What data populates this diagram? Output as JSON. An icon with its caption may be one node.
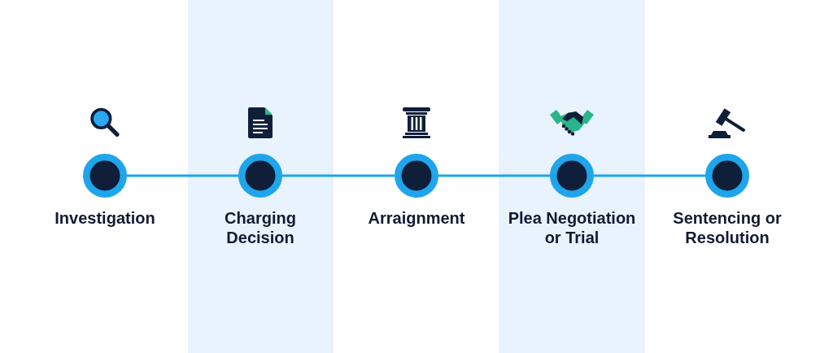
{
  "diagram": {
    "nodes": [
      {
        "text": [
          "Investigation"
        ]
      },
      {
        "text": [
          "Charging Decision"
        ]
      },
      {
        "text": [
          "Arraignment"
        ]
      },
      {
        "text": [
          "Plea Negotiation or Trial"
        ]
      },
      {
        "text": [
          "Sentencing or Resolution"
        ]
      }
    ],
    "edges": [
      {
        "from": 0,
        "to": 1,
        "arrow": "none"
      },
      {
        "from": 1,
        "to": 2,
        "arrow": "none"
      },
      {
        "from": 2,
        "to": 3,
        "arrow": "none"
      },
      {
        "from": 3,
        "to": 4,
        "arrow": "none"
      }
    ]
  }
}
